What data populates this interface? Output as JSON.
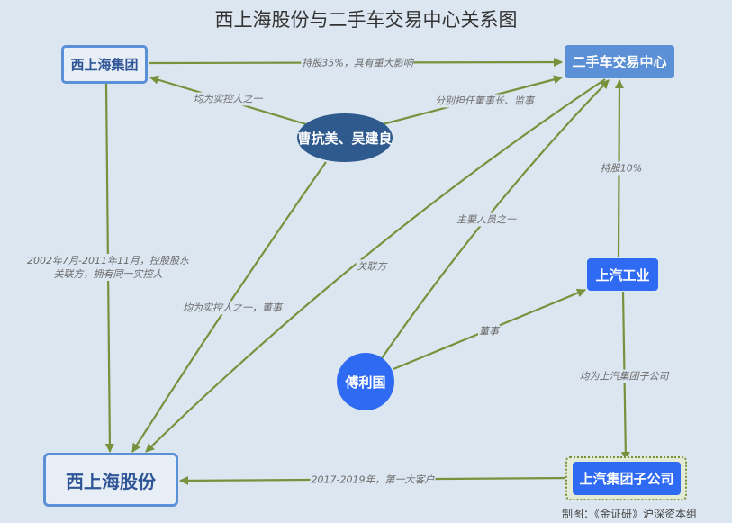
{
  "title": "西上海股份与二手车交易中心关系图",
  "nodes": {
    "xsh_group": "西上海集团",
    "used_car_center": "二手车交易中心",
    "cao_wu": "曹抗美、吴建良",
    "saic_industry": "上汽工业",
    "fu_liguo": "傅利国",
    "xsh_shares": "西上海股份",
    "saic_subsidiary": "上汽集团子公司"
  },
  "edges": {
    "group_to_center": "持股35%，具有重大影响",
    "caowu_to_group": "均为实控人之一",
    "caowu_to_center": "分别担任董事长、监事",
    "group_to_shares_line1": "2002年7月-2011年11月，控股股东",
    "group_to_shares_line2": "关联方，拥有同一实控人",
    "caowu_to_shares": "均为实控人之一，董事",
    "center_to_shares": "关联方",
    "fu_to_center": "主要人员之一",
    "fu_to_industry": "董事",
    "industry_to_center": "持股10%",
    "industry_to_subsidiary": "均为上汽集团子公司",
    "subsidiary_to_shares": "2017-2019年，第一大客户"
  },
  "footnote": "制图：《金证研》沪深资本组",
  "colors": {
    "edge": "#76923c",
    "background": "#dce6f1",
    "dark_node": "#2f5a8e",
    "bright_node": "#2f6bf2",
    "light_blue_node": "#5b8fd6",
    "border_blue": "#5b8fd6"
  }
}
